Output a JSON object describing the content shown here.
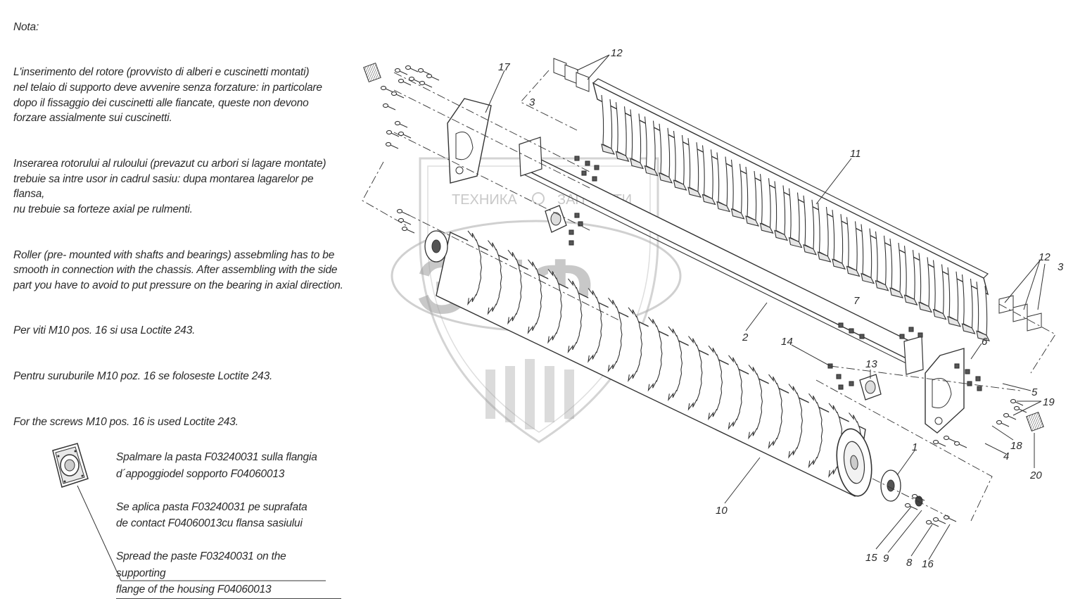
{
  "notes": {
    "title": "Nota:",
    "paragraphs": [
      "L'inserimento del rotore (provvisto di alberi e cuscinetti montati)\nnel telaio di supporto deve avvenire senza forzature: in particolare\ndopo il fissaggio dei cuscinetti alle fiancate, queste non devono\nforzare assialmente sui cuscinetti.",
      "Inserarea rotorului al ruloului (prevazut cu arbori si lagare montate)\ntrebuie sa intre usor in cadrul sasiu: dupa montarea lagarelor pe flansa,\nnu trebuie sa forteze axial pe rulmenti.",
      "Roller (pre- mounted with shafts and bearings) assebmling has to be\n smooth in connection with the chassis. After assembling with the side\npart you have to avoid to put pressure on the bearing in axial direction.",
      "Per viti M10 pos. 16 si usa Loctite 243.",
      "Pentru suruburile M10 poz. 16 se foloseste Loctite 243.",
      "For the screws M10 pos. 16 is used Loctite 243."
    ]
  },
  "paste_notes": {
    "italian": "Spalmare la pasta F03240031 sulla flangia\nd´appoggiodel sopporto F04060013",
    "romanian": "Se aplica pasta F03240031 pe suprafata\nde contact F04060013cu flansa sasiului",
    "english": "Spread the paste F03240031 on the supporting\nflange of the housing F04060013"
  },
  "watermark": {
    "top_left": "ТЕХНИКА",
    "top_right": "ЗАПЧАСТИ",
    "logo": "ЭПФ"
  },
  "callouts": [
    "17",
    "12",
    "3",
    "11",
    "2",
    "7",
    "6",
    "12",
    "3",
    "14",
    "13",
    "5",
    "19",
    "18",
    "4",
    "20",
    "1",
    "10",
    "15",
    "9",
    "8",
    "16"
  ]
}
